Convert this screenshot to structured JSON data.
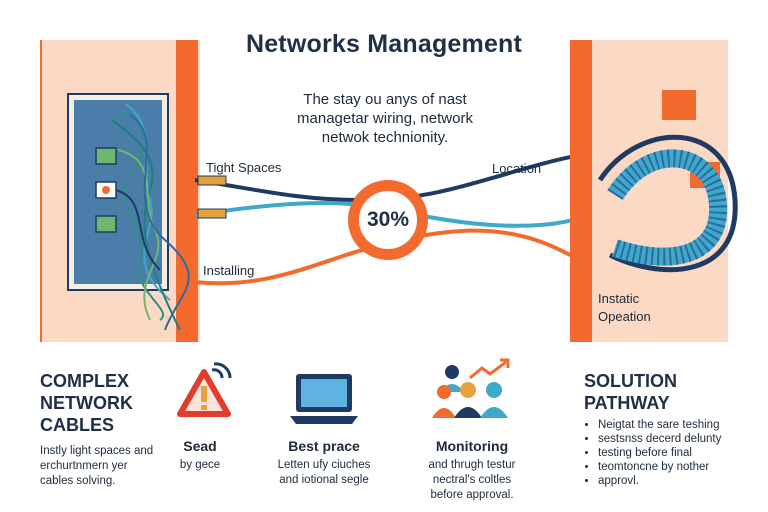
{
  "header": {
    "title": "Networks Management"
  },
  "intro": {
    "lines": [
      "The stay ou anys of nast",
      "managetar wiring, network",
      "netwok technionity."
    ]
  },
  "diagram": {
    "labels": {
      "tight_spaces": "Tight Spaces",
      "installing": "Installing",
      "location": "Location",
      "installation_line1": "Instatic",
      "installation_line2": "Opeation"
    },
    "progress": {
      "text": "30%",
      "value": 0.3
    },
    "colors": {
      "accent": "#f26a2e",
      "panel": "#fbd3bd",
      "navy": "#1f3a63",
      "teal": "#3ea9c9"
    }
  },
  "left_section": {
    "heading": [
      "COMPLEX",
      "NETWORK",
      "CABLES"
    ],
    "text": [
      "Instly light spaces and",
      "erchurtnmern yer",
      "cables solving."
    ]
  },
  "cards": [
    {
      "icon": "warning-icon",
      "title": "Sead",
      "lines": [
        "by gece"
      ]
    },
    {
      "icon": "laptop-icon",
      "title": "Best prace",
      "lines": [
        "Letten ufy ciuches",
        "and iotional segle"
      ]
    },
    {
      "icon": "team-icon",
      "title": "Monitoring",
      "lines": [
        "and thrugh testur",
        "nectral's coltles",
        "before approval."
      ]
    }
  ],
  "right_section": {
    "heading": [
      "SOLUTION",
      "PATHWAY"
    ],
    "bullets": [
      "Neigtat the sare teshing",
      "sestsnss decerd delunty",
      "testing before final",
      "teomtoncne by nother",
      "approvl."
    ]
  }
}
